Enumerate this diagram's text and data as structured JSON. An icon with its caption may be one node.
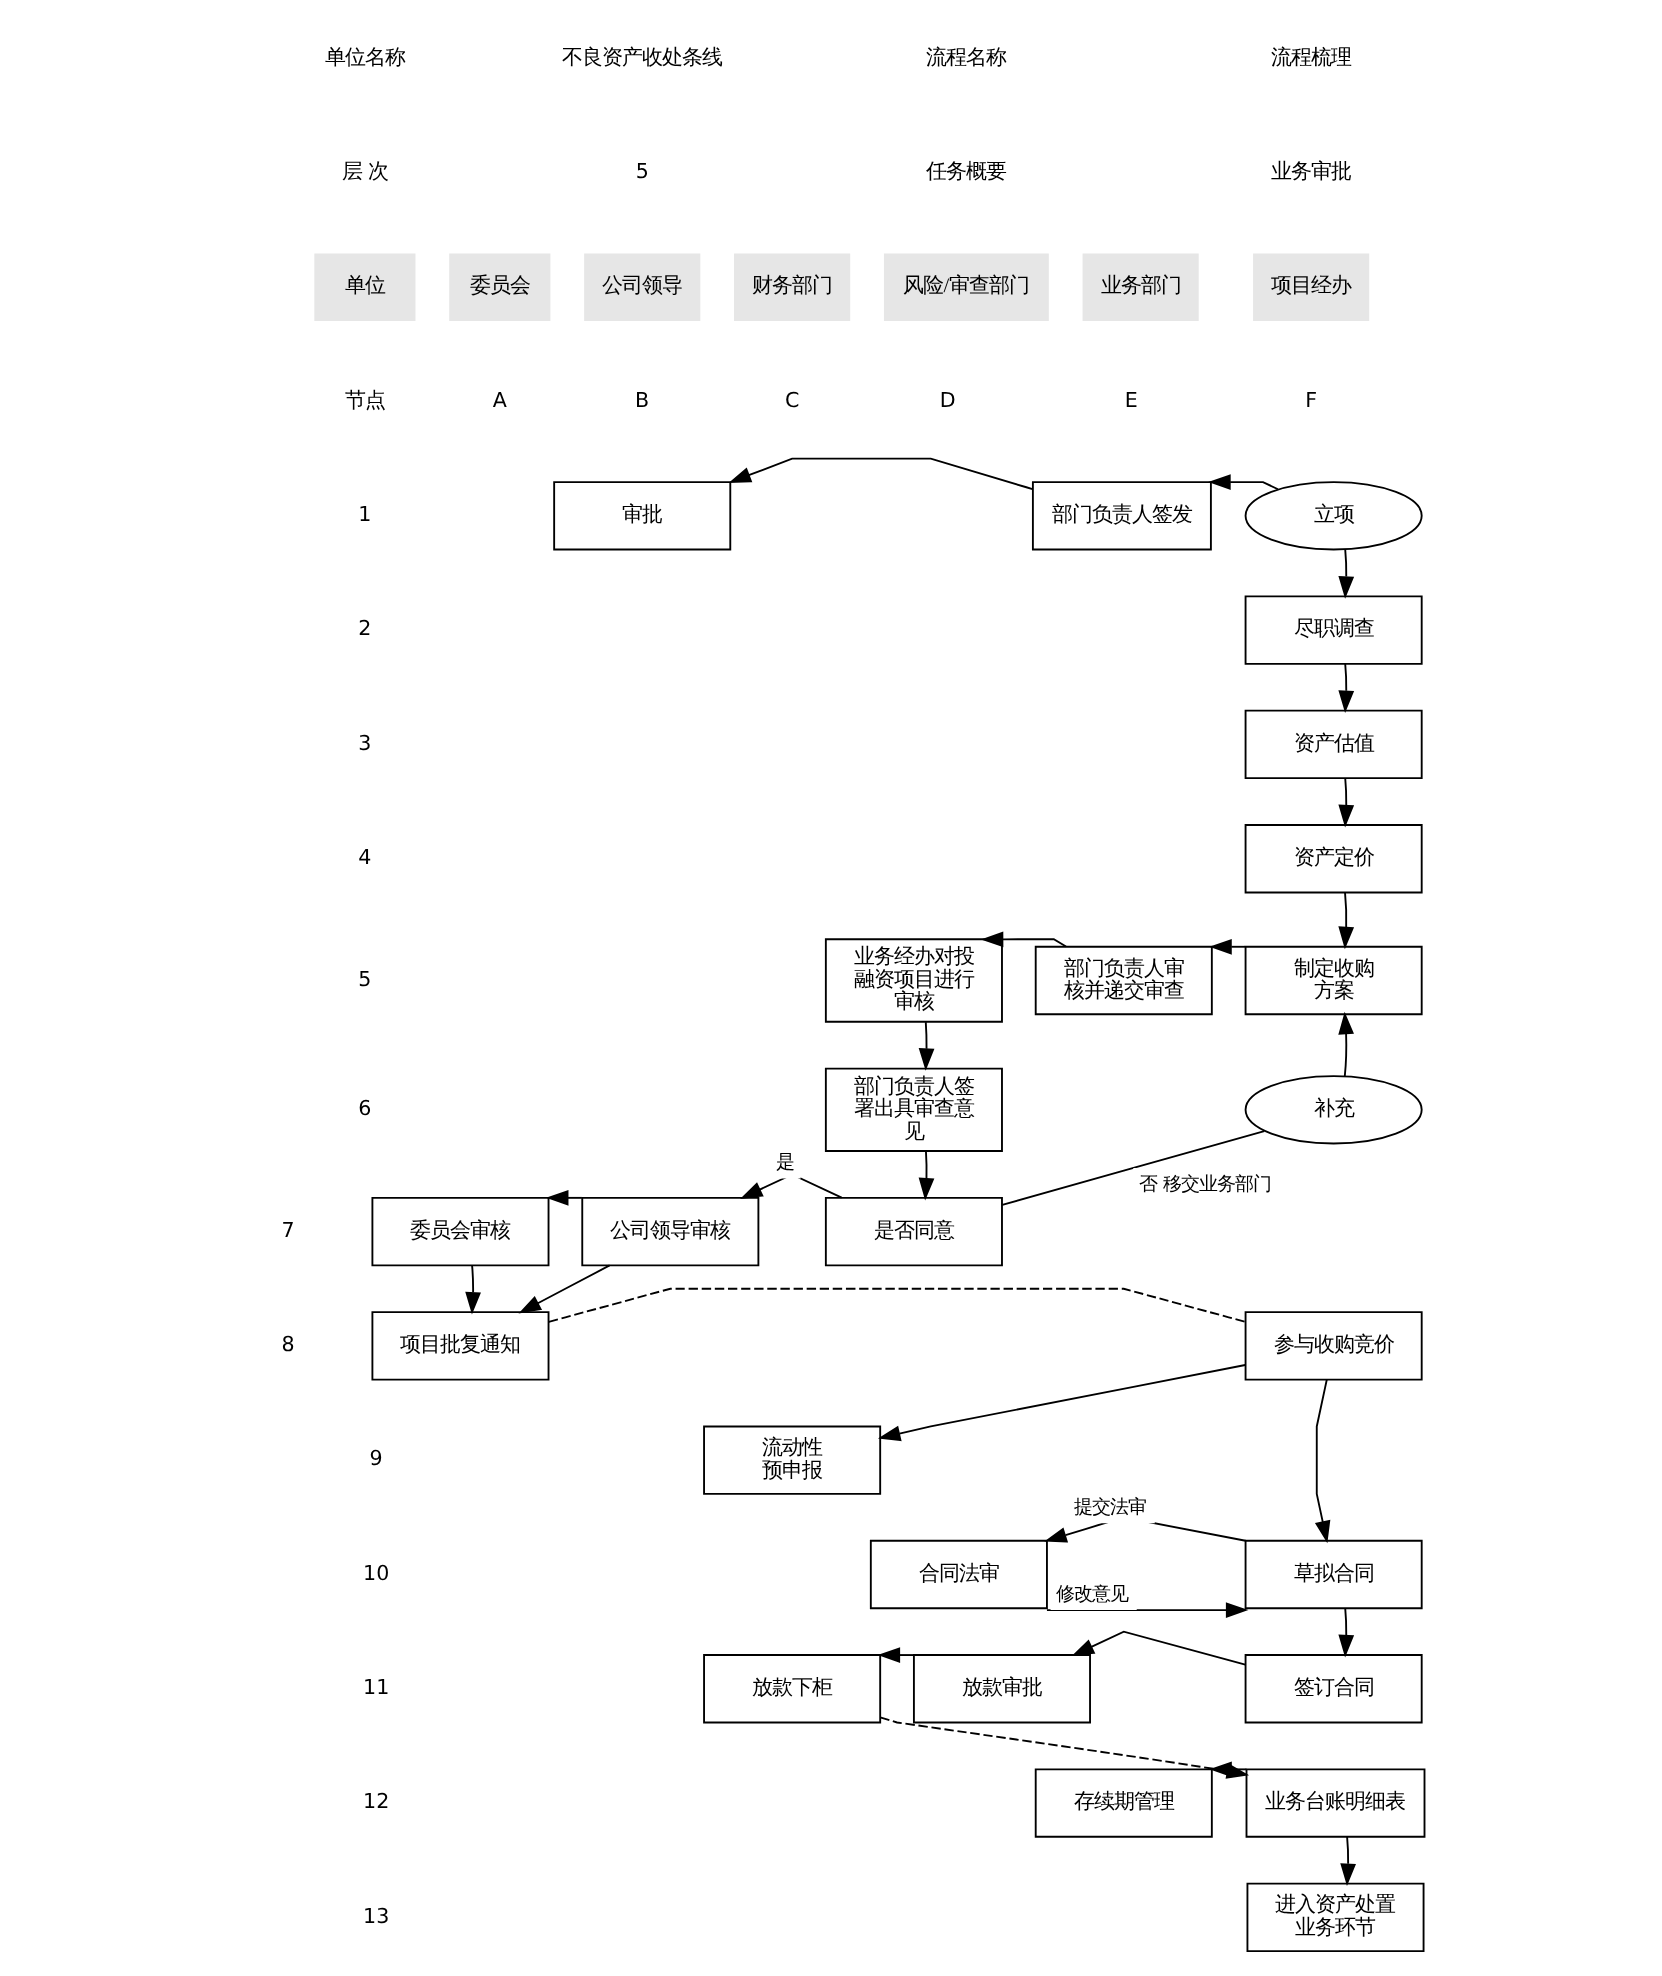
{
  "diagram": {
    "nodes": [
      {
        "text": [
          "立项"
        ]
      },
      {
        "text": [
          "部门负责人签发"
        ]
      },
      {
        "text": [
          "审批"
        ]
      },
      {
        "text": [
          "尽职调查"
        ]
      },
      {
        "text": [
          "资产估值"
        ]
      },
      {
        "text": [
          "资产定价"
        ]
      },
      {
        "text": [
          "制定收购方案"
        ]
      },
      {
        "text": [
          "部门负责人审核并递交审查"
        ]
      },
      {
        "text": [
          "业务经办对投融资项目进行审核"
        ]
      },
      {
        "text": [
          "部门负责人签署出具审查意见"
        ]
      },
      {
        "text": [
          "补充"
        ]
      },
      {
        "text": [
          "是否同意"
        ]
      },
      {
        "text": [
          "公司领导审核"
        ]
      },
      {
        "text": [
          "委员会审核"
        ]
      },
      {
        "text": [
          "项目批复通知"
        ]
      },
      {
        "text": [
          "参与收购竞价"
        ]
      },
      {
        "text": [
          "流动性预申报"
        ]
      },
      {
        "text": [
          "合同法审"
        ]
      },
      {
        "text": [
          "草拟合同"
        ]
      },
      {
        "text": [
          "签订合同"
        ]
      },
      {
        "text": [
          "放款审批"
        ]
      },
      {
        "text": [
          "放款下柜"
        ]
      },
      {
        "text": [
          "业务台账明细表"
        ]
      },
      {
        "text": [
          "存续期管理"
        ]
      },
      {
        "text": [
          "进入资产处置业务环节"
        ]
      }
    ],
    "edges": [
      {
        "from": 0,
        "to": 1,
        "arrow": "to"
      },
      {
        "from": 1,
        "to": 2,
        "arrow": "to"
      },
      {
        "from": 0,
        "to": 3,
        "arrow": "to"
      },
      {
        "from": 3,
        "to": 4,
        "arrow": "to"
      },
      {
        "from": 4,
        "to": 5,
        "arrow": "to"
      },
      {
        "from": 5,
        "to": 6,
        "arrow": "to"
      },
      {
        "from": 6,
        "to": 7,
        "arrow": "to"
      },
      {
        "from": 7,
        "to": 8,
        "arrow": "to"
      },
      {
        "from": 8,
        "to": 9,
        "arrow": "to"
      },
      {
        "from": 9,
        "to": 11,
        "arrow": "to"
      },
      {
        "from": 11,
        "to": 12,
        "arrow": "to",
        "label": "是"
      },
      {
        "from": 11,
        "to": 10,
        "arrow": "none",
        "label": "否 移交业务部门"
      },
      {
        "from": 10,
        "to": 6,
        "arrow": "to"
      },
      {
        "from": 12,
        "to": 13,
        "arrow": "to"
      },
      {
        "from": 13,
        "to": 14,
        "arrow": "to"
      },
      {
        "from": 12,
        "to": 14,
        "arrow": "to"
      },
      {
        "from": 14,
        "to": 15,
        "arrow": "none",
        "style": "dashed"
      },
      {
        "from": 15,
        "to": 16,
        "arrow": "to"
      },
      {
        "from": 15,
        "to": 18,
        "arrow": "to"
      },
      {
        "from": 18,
        "to": 17,
        "arrow": "to",
        "label": "提交法审"
      },
      {
        "from": 17,
        "to": 18,
        "arrow": "to",
        "label": "修改意见"
      },
      {
        "from": 18,
        "to": 19,
        "arrow": "to"
      },
      {
        "from": 19,
        "to": 20,
        "arrow": "to"
      },
      {
        "from": 20,
        "to": 21,
        "arrow": "to"
      },
      {
        "from": 21,
        "to": 22,
        "arrow": "to",
        "style": "dashed"
      },
      {
        "from": 22,
        "to": 23,
        "arrow": "to"
      },
      {
        "from": 22,
        "to": 24,
        "arrow": "to"
      }
    ],
    "labels": [
      "单位名称",
      "不良资产收处条线",
      "流程名称",
      "流程梳理",
      "层 次",
      "5",
      "任务概要",
      "业务审批",
      "单位",
      "委员会",
      "公司领导",
      "财务部门",
      "风险/审查部门",
      "业务部门",
      "项目经办",
      "节点",
      "A",
      "B",
      "C",
      "D",
      "E",
      "F",
      "1",
      "2",
      "3",
      "4",
      "5",
      "6",
      "7",
      "8",
      "9",
      "10",
      "11",
      "12",
      "13"
    ]
  }
}
